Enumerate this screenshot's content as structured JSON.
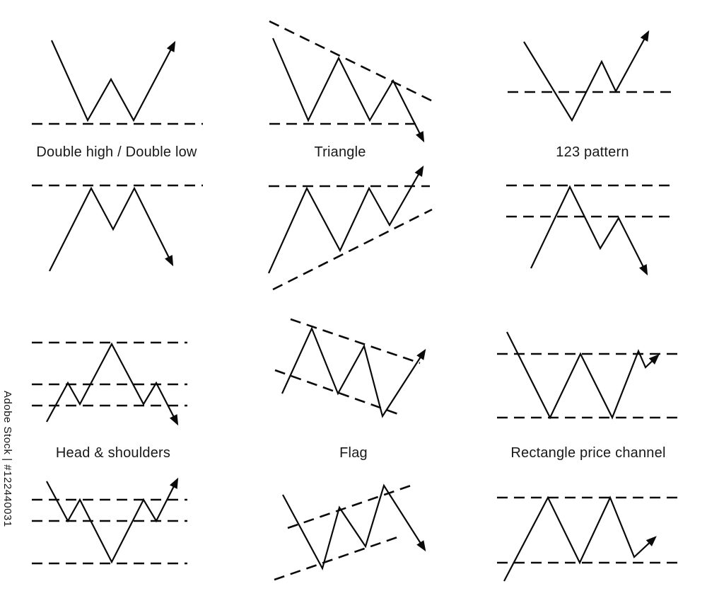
{
  "figure": {
    "background_color": "#ffffff",
    "line_color": "#0a0a0a"
  },
  "watermark": {
    "text": "Adobe Stock | #122440031"
  },
  "patterns": [
    {
      "label": "Double high / Double low"
    },
    {
      "label": "Triangle"
    },
    {
      "label": "123 pattern"
    },
    {
      "label": "Head & shoulders"
    },
    {
      "label": "Flag"
    },
    {
      "label": "Rectangle price channel"
    }
  ]
}
